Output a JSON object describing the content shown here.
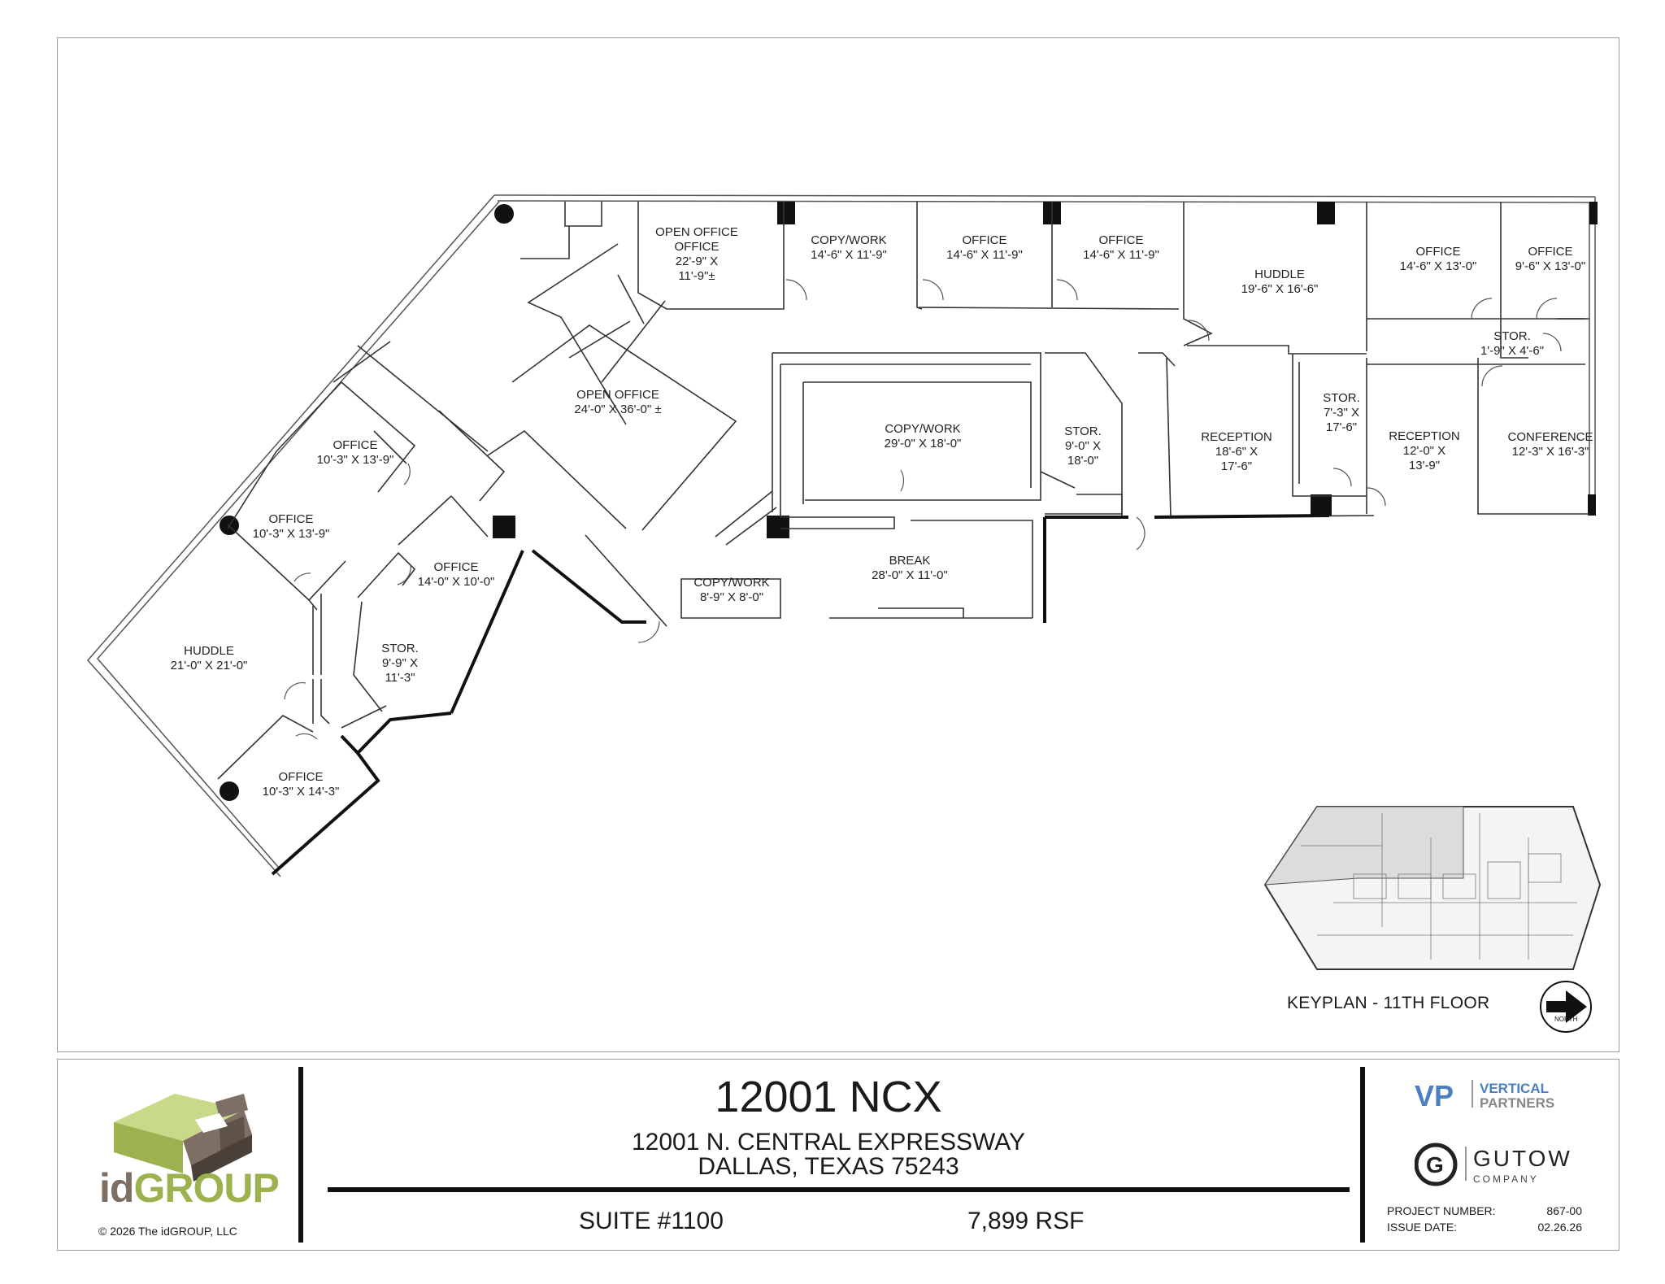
{
  "rooms": [
    {
      "name": "OPEN OFFICE",
      "dims": [
        "22'-9\" X",
        "11'-9\"±"
      ],
      "label_alt": "OFFICE"
    },
    {
      "name": "COPY/WORK",
      "dims": [
        "14'-6\" X 11'-9\""
      ]
    },
    {
      "name": "OFFICE",
      "dims": [
        "14'-6\" X 11'-9\""
      ]
    },
    {
      "name": "OFFICE",
      "dims": [
        "14'-6\" X 11'-9\""
      ]
    },
    {
      "name": "HUDDLE",
      "dims": [
        "19'-6\" X 16'-6\""
      ]
    },
    {
      "name": "OFFICE",
      "dims": [
        "14'-6\" X 13'-0\""
      ]
    },
    {
      "name": "OFFICE",
      "dims": [
        "9'-6\" X 13'-0\""
      ]
    },
    {
      "name": "STOR.",
      "dims": [
        "1'-9\" X 4'-6\""
      ]
    },
    {
      "name": "OPEN OFFICE",
      "dims": [
        "24'-0\" X 36'-0\" ±"
      ]
    },
    {
      "name": "COPY/WORK",
      "dims": [
        "29'-0\" X 18'-0\""
      ]
    },
    {
      "name": "STOR.",
      "dims": [
        "9'-0\" X",
        "18'-0\""
      ]
    },
    {
      "name": "RECEPTION",
      "dims": [
        "18'-6\" X",
        "17'-6\""
      ]
    },
    {
      "name": "STOR.",
      "dims": [
        "7'-3\" X",
        "17'-6\""
      ]
    },
    {
      "name": "RECEPTION",
      "dims": [
        "12'-0\" X",
        "13'-9\""
      ]
    },
    {
      "name": "CONFERENCE",
      "dims": [
        "12'-3\" X 16'-3\""
      ]
    },
    {
      "name": "OFFICE",
      "dims": [
        "10'-3\" X 13'-9\""
      ]
    },
    {
      "name": "OFFICE",
      "dims": [
        "10'-3\" X 13'-9\""
      ]
    },
    {
      "name": "OFFICE",
      "dims": [
        "14'-0\" X 10'-0\""
      ]
    },
    {
      "name": "BREAK",
      "dims": [
        "28'-0\" X 11'-0\""
      ]
    },
    {
      "name": "COPY/WORK",
      "dims": [
        "8'-9\" X 8'-0\""
      ]
    },
    {
      "name": "HUDDLE",
      "dims": [
        "21'-0\" X 21'-0\""
      ]
    },
    {
      "name": "STOR.",
      "dims": [
        "9'-9\" X",
        "11'-3\""
      ]
    },
    {
      "name": "OFFICE",
      "dims": [
        "10'-3\" X 14'-3\""
      ]
    }
  ],
  "keyplan": {
    "label": "KEYPLAN - 11TH FLOOR",
    "north": "NORTH"
  },
  "title_block": {
    "building": "12001 NCX",
    "address_line1": "12001 N. CENTRAL EXPRESSWAY",
    "address_line2": "DALLAS, TEXAS 75243",
    "suite": "SUITE #1100",
    "rsf": "7,899 RSF",
    "architect": {
      "id": "id",
      "group": "GROUP",
      "copyright": "© 2026 The idGROUP, LLC"
    },
    "owner1": {
      "mark": "VP",
      "line1": "VERTICAL",
      "line2": "PARTNERS"
    },
    "owner2": {
      "mark": "G",
      "line1": "GUTOW",
      "line2": "COMPANY"
    },
    "project_number_label": "PROJECT NUMBER:",
    "project_number": "867-00",
    "issue_date_label": "ISSUE DATE:",
    "issue_date": "02.26.26"
  },
  "colors": {
    "wall": "#111111",
    "thin": "#555555",
    "logo_dark": "#7d6f63",
    "logo_green": "#9bb24f",
    "logo_light": "#c8d98a",
    "vp_blue": "#4b7fc0"
  }
}
